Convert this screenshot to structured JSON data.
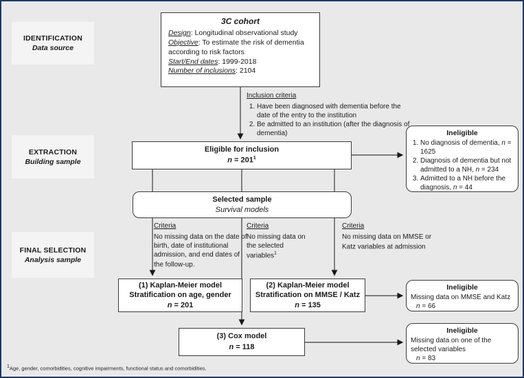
{
  "colors": {
    "page_background": "#e9e9e9",
    "outer_border": "#1f3864",
    "box_border": "#3a3a3a",
    "box_fill": "#ffffff",
    "stage_fill": "#f4f4f4"
  },
  "stages": [
    {
      "title": "IDENTIFICATION",
      "subtitle": "Data source"
    },
    {
      "title": "EXTRACTION",
      "subtitle": "Building sample"
    },
    {
      "title": "FINAL SELECTION",
      "subtitle": "Analysis sample"
    }
  ],
  "cohort": {
    "title": "3C cohort",
    "fields": [
      {
        "label": "Design",
        "text": ": Longitudinal observational study"
      },
      {
        "label": "Objective",
        "text": ": To estimate the risk of dementia according to risk factors"
      },
      {
        "label": "Start/End dates",
        "text": ": 1999-2018"
      },
      {
        "label": "Number of inclusions",
        "text": ": 2104"
      }
    ]
  },
  "inclusion": {
    "title": "Inclusion criteria",
    "items": [
      "Have been diagnosed with dementia before the date of the entry to the institution",
      "Be admitted to an institution (after the diagnosis of dementia)"
    ]
  },
  "eligible": {
    "title": "Eligible for inclusion",
    "n": "n",
    "value": " = 201",
    "sup": "1"
  },
  "selected": {
    "title": "Selected sample",
    "subtitle": "Survival models"
  },
  "criteria": [
    {
      "title": "Criteria",
      "text": "No missing data on the date of birth, date of institutional admission, and end dates of the follow-up.",
      "sup": ""
    },
    {
      "title": "Criteria",
      "text": "No missing data on the selected variables",
      "sup": "1"
    },
    {
      "title": "Criteria",
      "text": "No missing data on MMSE or Katz variables at admission",
      "sup": ""
    }
  ],
  "models": [
    {
      "line1": "(1) Kaplan-Meier model",
      "line2": "Stratification on age, gender",
      "n": "n",
      "value": " = 201"
    },
    {
      "line1": "(2) Kaplan-Meier model",
      "line2": "Stratification on MMSE / Katz",
      "n": "n",
      "value": " = 135"
    },
    {
      "line1": "(3) Cox model",
      "line2": "",
      "n": "n",
      "value": " = 118"
    }
  ],
  "ineligible": [
    {
      "title": "Ineligible",
      "items": [
        {
          "text": "No diagnosis of dementia, ",
          "n": "n",
          "value": " = 1625"
        },
        {
          "text": "Diagnosis of dementia but not admitted to a NH, ",
          "n": "n",
          "value": " = 234"
        },
        {
          "text": "Admitted to a NH before the diagnosis, ",
          "n": "n",
          "value": " = 44"
        }
      ]
    },
    {
      "title": "Ineligible",
      "text": "Missing data on MMSE and Katz",
      "n": "n",
      "value": " = 66"
    },
    {
      "title": "Ineligible",
      "text": "Missing data on one of the selected variables",
      "n": "n",
      "value": " = 83"
    }
  ],
  "footnote": {
    "sup": "1",
    "text": "Age, gender, comorbidities, cognitive impairments, functional status and comorbidities."
  }
}
